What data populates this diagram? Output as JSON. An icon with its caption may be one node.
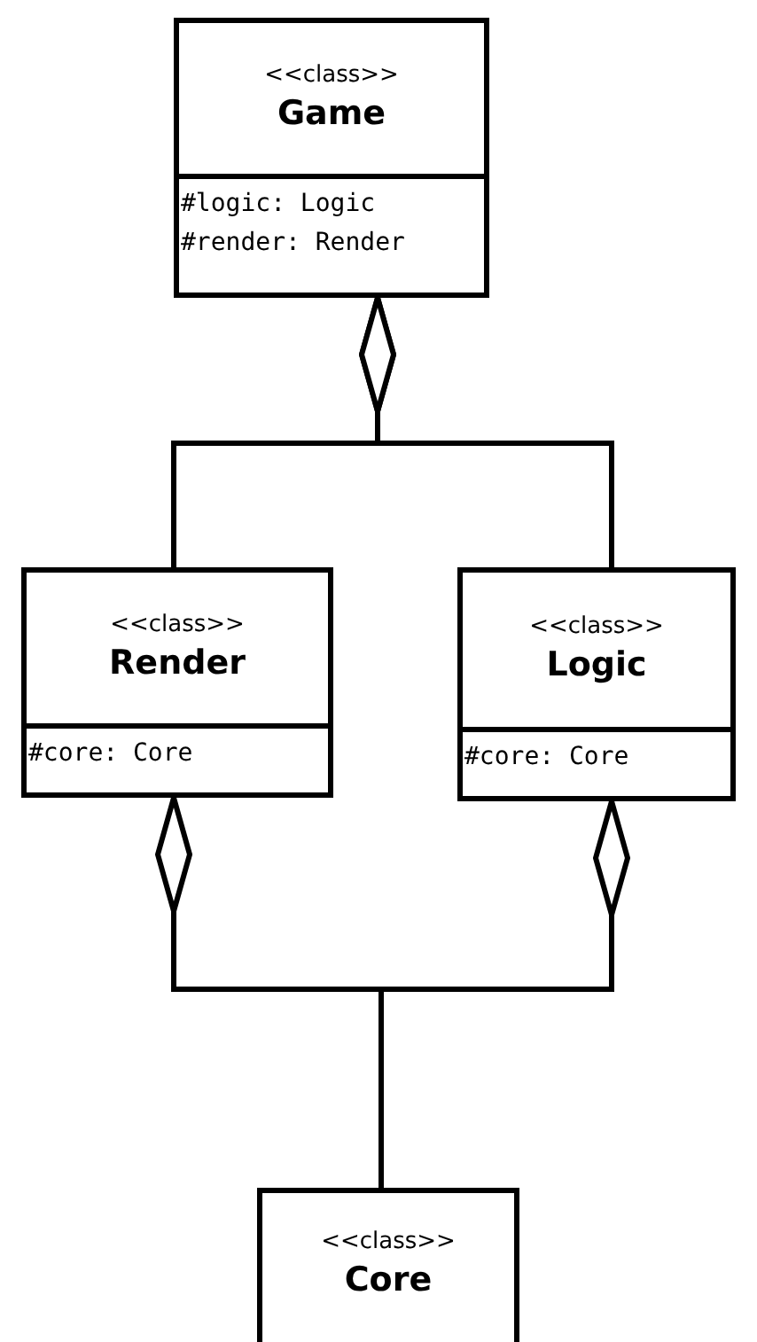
{
  "diagram": {
    "nodes": [
      {
        "text": [
          "<<class>>",
          "Game",
          "#logic: Logic",
          "#render: Render"
        ]
      },
      {
        "text": [
          "<<class>>",
          "Render",
          "#core: Core"
        ]
      },
      {
        "text": [
          "<<class>>",
          "Logic",
          "#core: Core"
        ]
      },
      {
        "text": [
          "<<class>>",
          "Core"
        ]
      }
    ],
    "edges": [
      {
        "from": 1,
        "to": 0,
        "arrow": "other"
      },
      {
        "from": 2,
        "to": 0,
        "arrow": "other"
      },
      {
        "from": 3,
        "to": 1,
        "arrow": "other"
      },
      {
        "from": 3,
        "to": 2,
        "arrow": "other"
      }
    ]
  }
}
